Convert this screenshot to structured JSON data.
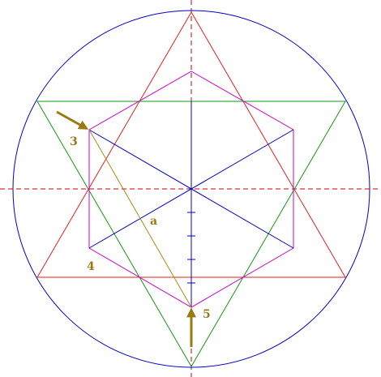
{
  "labels": {
    "point_3": "3",
    "point_4": "4",
    "point_5": "5",
    "segment_a": "a"
  },
  "colors": {
    "circle": "#0000cc",
    "axes": "#cc0000",
    "hexagon": "#cc00cc",
    "triangle_up": "#dd2222",
    "triangle_down": "#119911",
    "diagonals": "#0000cc",
    "segment": "#b08a10",
    "arrows": "#9b7a10",
    "label_text": "#9b7a10"
  },
  "ticks_on_vertical_axis": 5
}
